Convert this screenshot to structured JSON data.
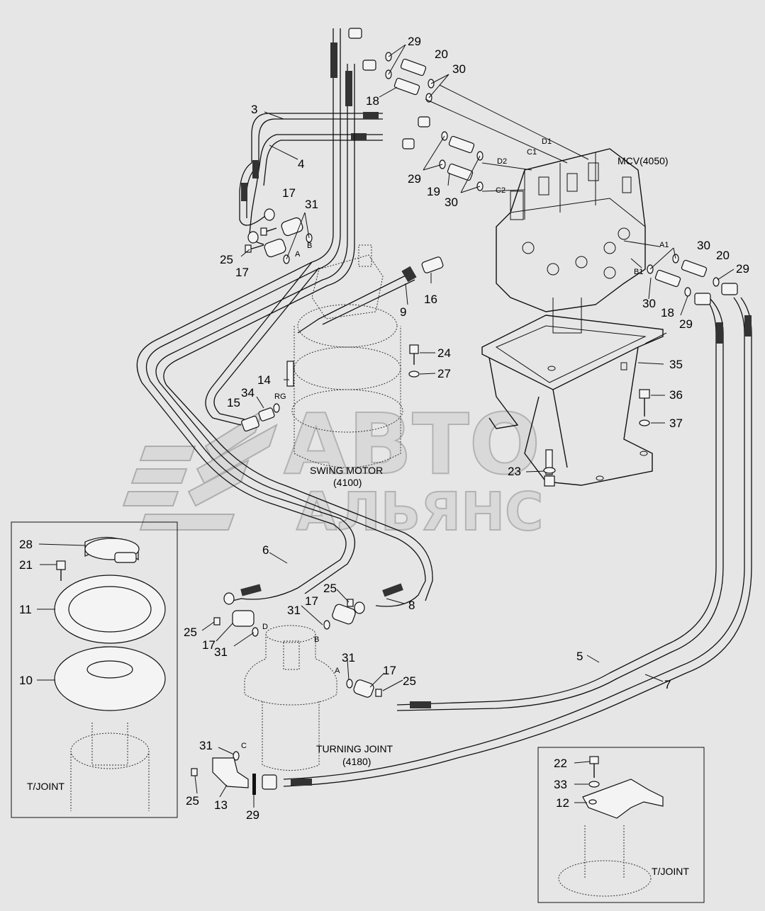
{
  "watermark": {
    "line1": "АВТО",
    "line2": "АЛЬЯНС"
  },
  "components": {
    "mcv": "MCV(4050)",
    "swing_motor_name": "SWING MOTOR",
    "swing_motor_code": "(4100)",
    "turning_joint_name": "TURNING JOINT",
    "turning_joint_code": "(4180)"
  },
  "insets": {
    "left_caption": "T/JOINT",
    "right_caption": "T/JOINT"
  },
  "ports": {
    "d1": "D1",
    "c1": "C1",
    "d2": "D2",
    "c2": "C2",
    "a1": "A1",
    "b1": "B1",
    "rg": "RG",
    "a_top": "A",
    "b_top": "B",
    "d_low": "D",
    "b_low": "B",
    "a_low": "A",
    "c_low": "C"
  },
  "callouts": {
    "n29a": "29",
    "n20a": "20",
    "n30a": "30",
    "n18a": "18",
    "n3": "3",
    "n4": "4",
    "n29b": "29",
    "n19": "19",
    "n30b": "30",
    "n17a": "17",
    "n31a": "31",
    "n25a": "25",
    "n17b": "17",
    "n16": "16",
    "n9": "9",
    "n30c": "30",
    "n20b": "20",
    "n29c": "29",
    "n30d": "30",
    "n18b": "18",
    "n29d": "29",
    "n24": "24",
    "n27": "27",
    "n35": "35",
    "n14": "14",
    "n34": "34",
    "n15": "15",
    "n36": "36",
    "n37": "37",
    "n23": "23",
    "n28": "28",
    "n21": "21",
    "n11": "11",
    "n10": "10",
    "n6": "6",
    "n25b": "25",
    "n17c": "17",
    "n8": "8",
    "n31b": "31",
    "n25c": "25",
    "n17d": "17",
    "n31c": "31",
    "n31d": "31",
    "n17e": "17",
    "n25d": "25",
    "n5": "5",
    "n7": "7",
    "n31e": "31",
    "n25e": "25",
    "n13": "13",
    "n29e": "29",
    "n22": "22",
    "n33": "33",
    "n12": "12"
  }
}
